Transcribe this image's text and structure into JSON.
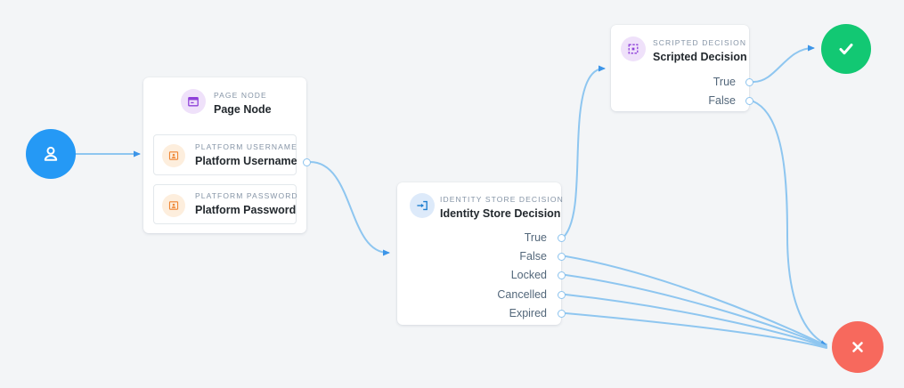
{
  "colors": {
    "canvas_bg": "#f3f5f7",
    "edge_line": "#8ec6f0",
    "edge_arrow": "#3d95e8",
    "start_node": "#2599f5",
    "success_node": "#12c873",
    "failure_node": "#f7695d",
    "page_node_accent": "#8f41d9",
    "platform_accent": "#ef8330",
    "identity_accent": "#1f7fd0",
    "scripted_accent": "#8f41d9"
  },
  "nodes": {
    "page_node": {
      "category": "PAGE NODE",
      "title": "Page Node",
      "children": [
        {
          "category": "PLATFORM USERNAME",
          "title": "Platform Username"
        },
        {
          "category": "PLATFORM PASSWORD",
          "title": "Platform Password"
        }
      ]
    },
    "identity_store_decision": {
      "category": "IDENTITY STORE DECISION",
      "title": "Identity Store Decision",
      "outcomes": [
        "True",
        "False",
        "Locked",
        "Cancelled",
        "Expired"
      ]
    },
    "scripted_decision": {
      "category": "SCRIPTED DECISION",
      "title": "Scripted Decision",
      "outcomes": [
        "True",
        "False"
      ]
    }
  }
}
